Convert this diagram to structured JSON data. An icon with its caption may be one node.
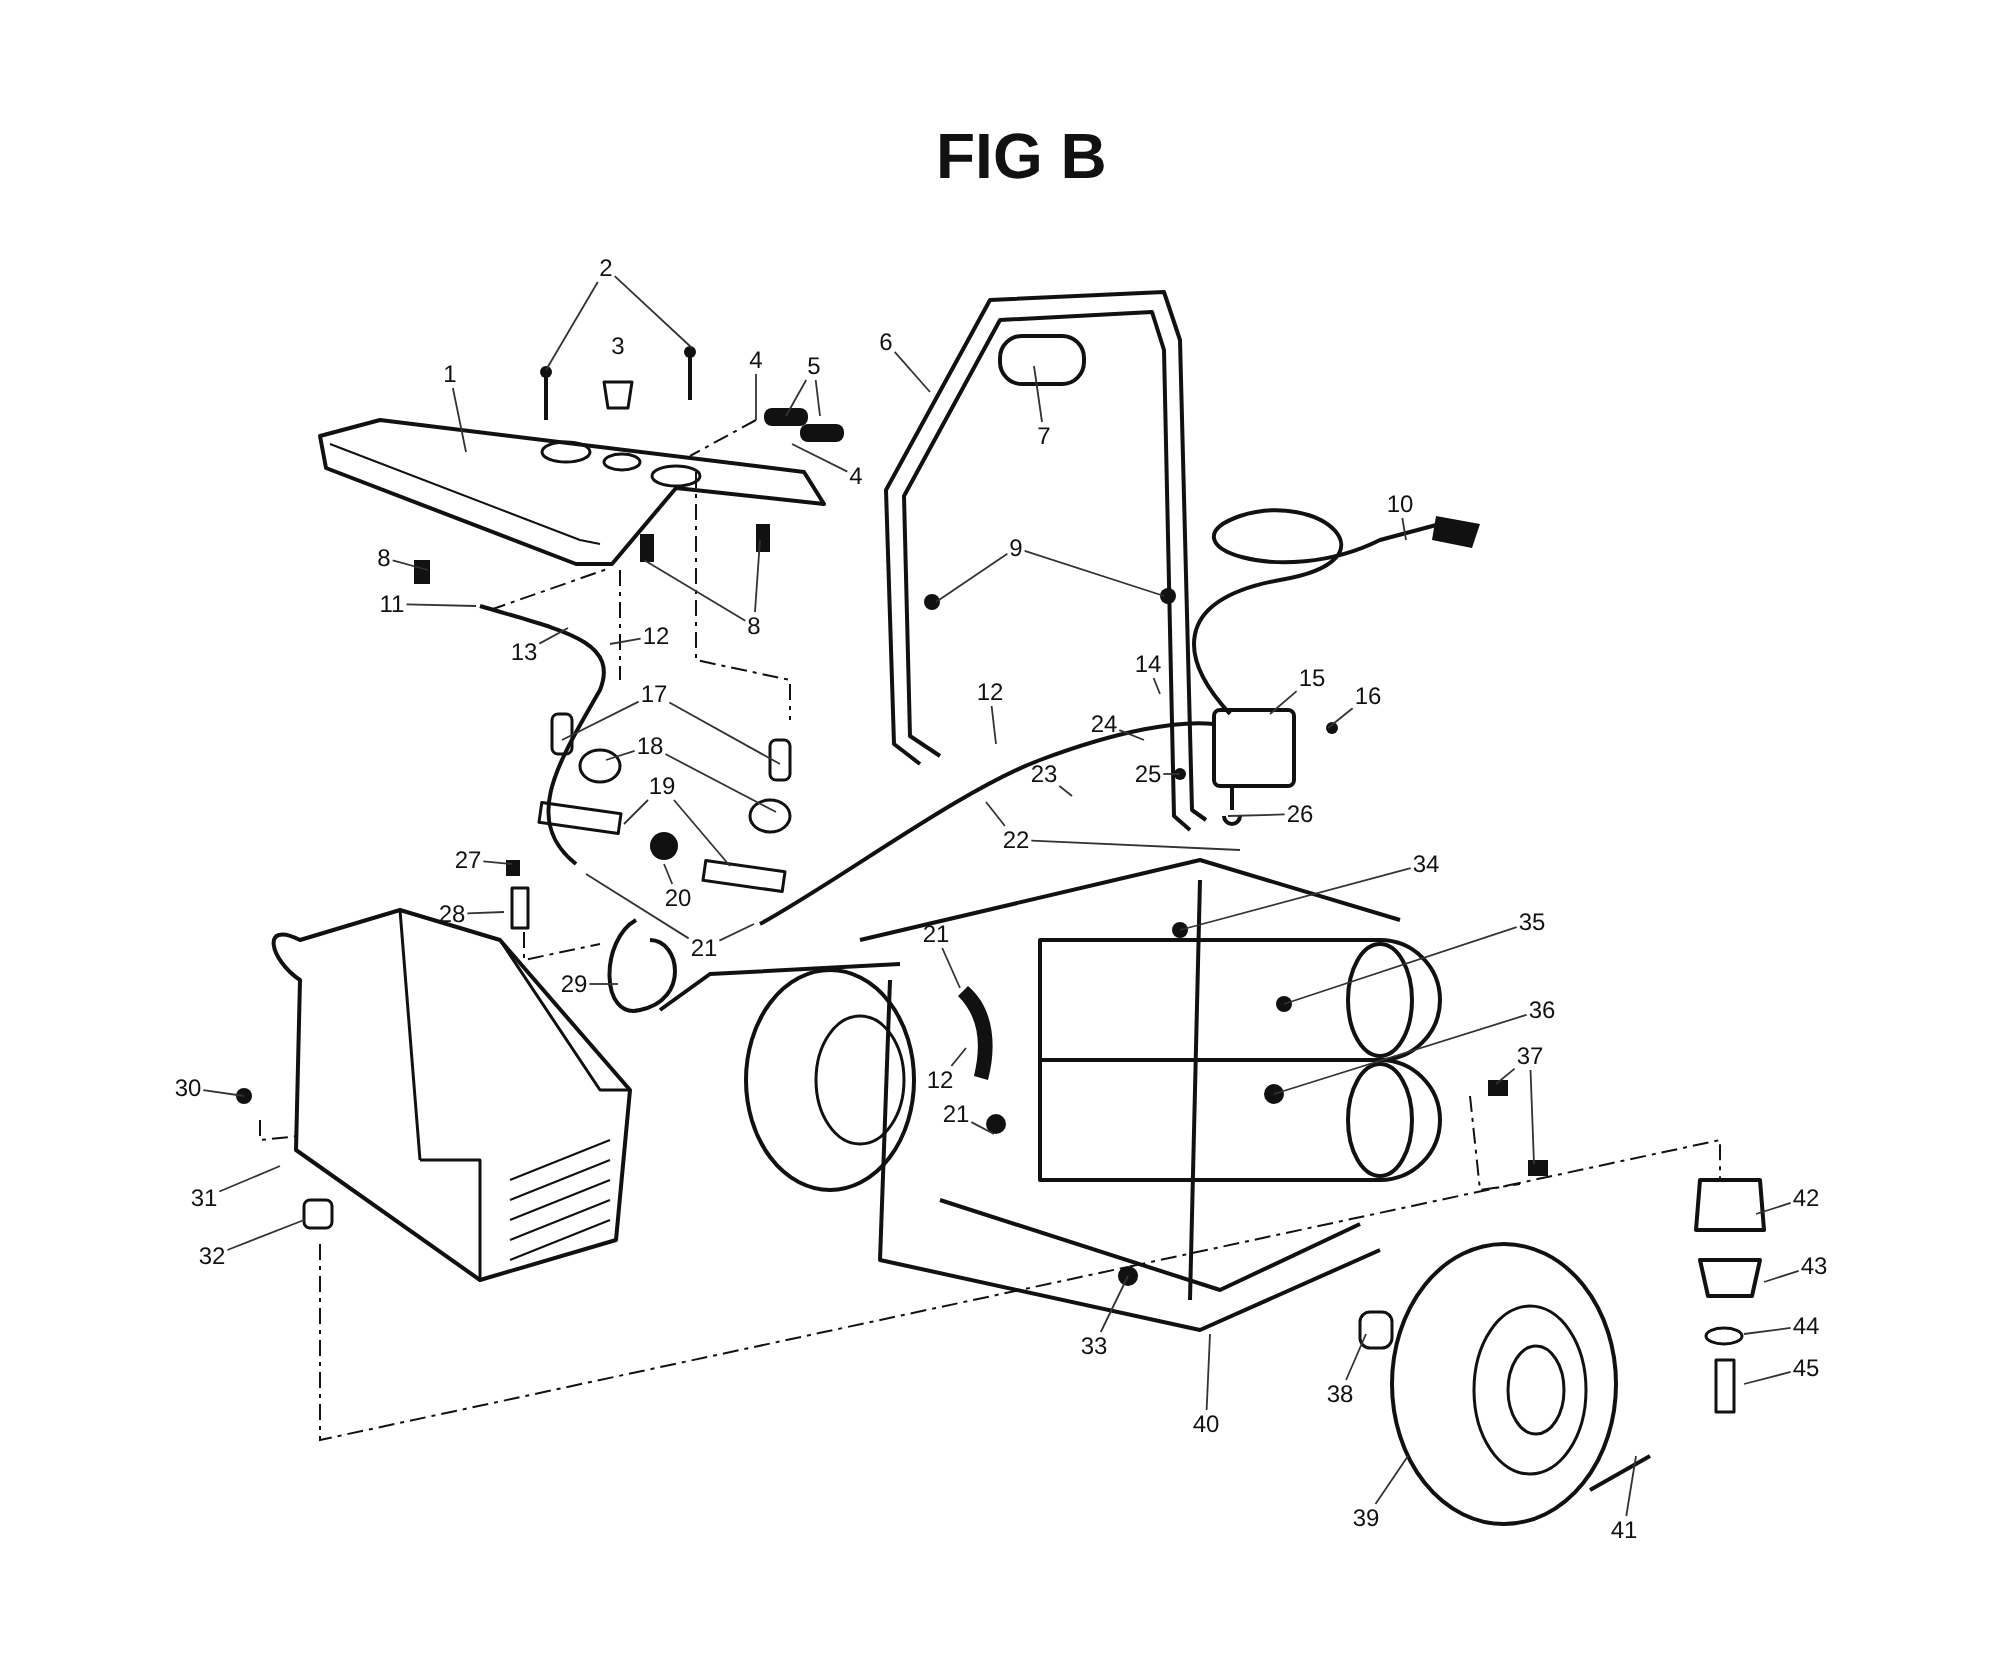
{
  "diagram": {
    "title": "FIG B",
    "nodes": [
      {
        "text": [
          "1"
        ]
      },
      {
        "text": [
          "2"
        ]
      },
      {
        "text": [
          "3"
        ]
      },
      {
        "text": [
          "4"
        ]
      },
      {
        "text": [
          "5"
        ]
      },
      {
        "text": [
          "6"
        ]
      },
      {
        "text": [
          "7"
        ]
      },
      {
        "text": [
          "4"
        ]
      },
      {
        "text": [
          "8"
        ]
      },
      {
        "text": [
          "9"
        ]
      },
      {
        "text": [
          "10"
        ]
      },
      {
        "text": [
          "11"
        ]
      },
      {
        "text": [
          "8"
        ]
      },
      {
        "text": [
          "12"
        ]
      },
      {
        "text": [
          "13"
        ]
      },
      {
        "text": [
          "14"
        ]
      },
      {
        "text": [
          "15"
        ]
      },
      {
        "text": [
          "17"
        ]
      },
      {
        "text": [
          "12"
        ]
      },
      {
        "text": [
          "16"
        ]
      },
      {
        "text": [
          "24"
        ]
      },
      {
        "text": [
          "18"
        ]
      },
      {
        "text": [
          "23"
        ]
      },
      {
        "text": [
          "25"
        ]
      },
      {
        "text": [
          "19"
        ]
      },
      {
        "text": [
          "26"
        ]
      },
      {
        "text": [
          "22"
        ]
      },
      {
        "text": [
          "27"
        ]
      },
      {
        "text": [
          "34"
        ]
      },
      {
        "text": [
          "28"
        ]
      },
      {
        "text": [
          "20"
        ]
      },
      {
        "text": [
          "35"
        ]
      },
      {
        "text": [
          "21"
        ]
      },
      {
        "text": [
          "21"
        ]
      },
      {
        "text": [
          "29"
        ]
      },
      {
        "text": [
          "36"
        ]
      },
      {
        "text": [
          "37"
        ]
      },
      {
        "text": [
          "12"
        ]
      },
      {
        "text": [
          "30"
        ]
      },
      {
        "text": [
          "21"
        ]
      },
      {
        "text": [
          "31"
        ]
      },
      {
        "text": [
          "42"
        ]
      },
      {
        "text": [
          "32"
        ]
      },
      {
        "text": [
          "43"
        ]
      },
      {
        "text": [
          "44"
        ]
      },
      {
        "text": [
          "33"
        ]
      },
      {
        "text": [
          "45"
        ]
      },
      {
        "text": [
          "38"
        ]
      },
      {
        "text": [
          "40"
        ]
      },
      {
        "text": [
          "39"
        ]
      },
      {
        "text": [
          "41"
        ]
      }
    ],
    "edges": [
      {
        "from": 0,
        "to": null,
        "arrow": "none"
      },
      {
        "from": 1,
        "to": null,
        "arrow": "none"
      },
      {
        "from": 1,
        "to": null,
        "arrow": "none"
      },
      {
        "from": 3,
        "to": null,
        "arrow": "none"
      },
      {
        "from": 4,
        "to": null,
        "arrow": "none"
      },
      {
        "from": 4,
        "to": null,
        "arrow": "none"
      },
      {
        "from": 7,
        "to": null,
        "arrow": "none"
      },
      {
        "from": 5,
        "to": null,
        "arrow": "none"
      },
      {
        "from": 6,
        "to": null,
        "arrow": "none"
      },
      {
        "from": 8,
        "to": null,
        "arrow": "none"
      },
      {
        "from": 9,
        "to": null,
        "arrow": "none"
      },
      {
        "from": 9,
        "to": null,
        "arrow": "none"
      },
      {
        "from": 10,
        "to": null,
        "arrow": "none"
      },
      {
        "from": 11,
        "to": null,
        "arrow": "none"
      },
      {
        "from": 12,
        "to": null,
        "arrow": "none"
      },
      {
        "from": 12,
        "to": null,
        "arrow": "none"
      },
      {
        "from": 13,
        "to": null,
        "arrow": "none"
      },
      {
        "from": 14,
        "to": null,
        "arrow": "none"
      },
      {
        "from": 15,
        "to": null,
        "arrow": "none"
      },
      {
        "from": 16,
        "to": null,
        "arrow": "none"
      },
      {
        "from": 17,
        "to": null,
        "arrow": "none"
      },
      {
        "from": 17,
        "to": null,
        "arrow": "none"
      },
      {
        "from": 18,
        "to": null,
        "arrow": "none"
      },
      {
        "from": 19,
        "to": null,
        "arrow": "none"
      },
      {
        "from": 20,
        "to": null,
        "arrow": "none"
      },
      {
        "from": 21,
        "to": null,
        "arrow": "none"
      },
      {
        "from": 21,
        "to": null,
        "arrow": "none"
      },
      {
        "from": 22,
        "to": null,
        "arrow": "none"
      },
      {
        "from": 23,
        "to": null,
        "arrow": "none"
      },
      {
        "from": 24,
        "to": null,
        "arrow": "none"
      },
      {
        "from": 24,
        "to": null,
        "arrow": "none"
      },
      {
        "from": 25,
        "to": null,
        "arrow": "none"
      },
      {
        "from": 26,
        "to": null,
        "arrow": "none"
      },
      {
        "from": 26,
        "to": null,
        "arrow": "none"
      },
      {
        "from": 27,
        "to": null,
        "arrow": "none"
      },
      {
        "from": 28,
        "to": null,
        "arrow": "none"
      },
      {
        "from": 29,
        "to": null,
        "arrow": "none"
      },
      {
        "from": 30,
        "to": null,
        "arrow": "none"
      },
      {
        "from": 31,
        "to": null,
        "arrow": "none"
      },
      {
        "from": 32,
        "to": null,
        "arrow": "none"
      },
      {
        "from": 32,
        "to": null,
        "arrow": "none"
      },
      {
        "from": 33,
        "to": null,
        "arrow": "none"
      },
      {
        "from": 34,
        "to": null,
        "arrow": "none"
      },
      {
        "from": 35,
        "to": null,
        "arrow": "none"
      },
      {
        "from": 36,
        "to": null,
        "arrow": "none"
      },
      {
        "from": 36,
        "to": null,
        "arrow": "none"
      },
      {
        "from": 37,
        "to": null,
        "arrow": "none"
      },
      {
        "from": 38,
        "to": null,
        "arrow": "none"
      },
      {
        "from": 39,
        "to": null,
        "arrow": "none"
      },
      {
        "from": 40,
        "to": null,
        "arrow": "none"
      },
      {
        "from": 41,
        "to": null,
        "arrow": "none"
      },
      {
        "from": 42,
        "to": null,
        "arrow": "none"
      },
      {
        "from": 43,
        "to": null,
        "arrow": "none"
      },
      {
        "from": 44,
        "to": null,
        "arrow": "none"
      },
      {
        "from": 45,
        "to": null,
        "arrow": "none"
      },
      {
        "from": 46,
        "to": null,
        "arrow": "none"
      },
      {
        "from": 47,
        "to": null,
        "arrow": "none"
      },
      {
        "from": 48,
        "to": null,
        "arrow": "none"
      },
      {
        "from": 49,
        "to": null,
        "arrow": "none"
      },
      {
        "from": 50,
        "to": null,
        "arrow": "none"
      }
    ]
  }
}
